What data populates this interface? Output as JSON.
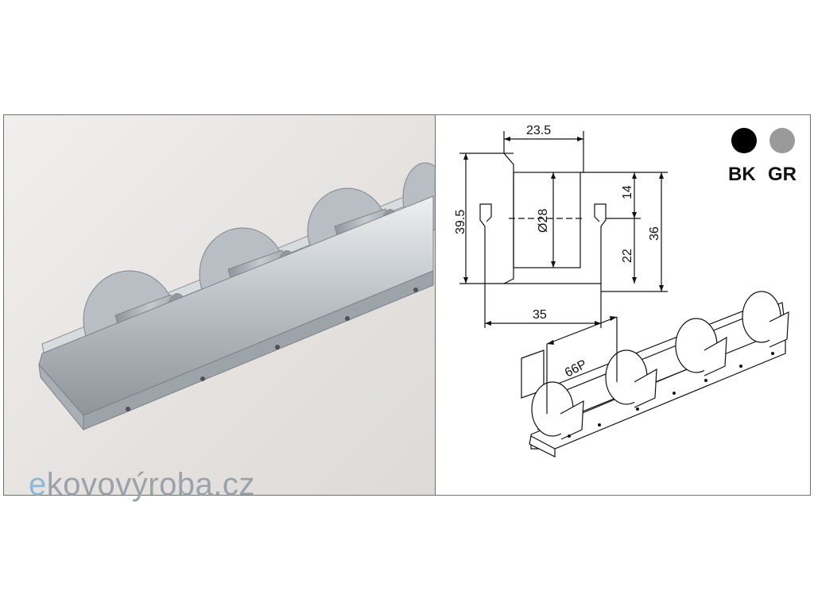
{
  "drawing": {
    "dims": {
      "width_top": "23.5",
      "height_left": "39.5",
      "diameter": "Ø28",
      "upper_right": "14",
      "lower_right": "22",
      "total_right": "36",
      "base_width": "35",
      "pitch": "66P"
    },
    "swatches": [
      {
        "label": "BK",
        "color": "#000000"
      },
      {
        "label": "GR",
        "color": "#9a9a9a"
      }
    ]
  },
  "watermark": {
    "prefix": "e",
    "rest": "kovovýroba.cz"
  },
  "colors": {
    "roller": "#a9b0b6",
    "rail": "#c7ccd0",
    "frame": "#6f6f6f"
  }
}
